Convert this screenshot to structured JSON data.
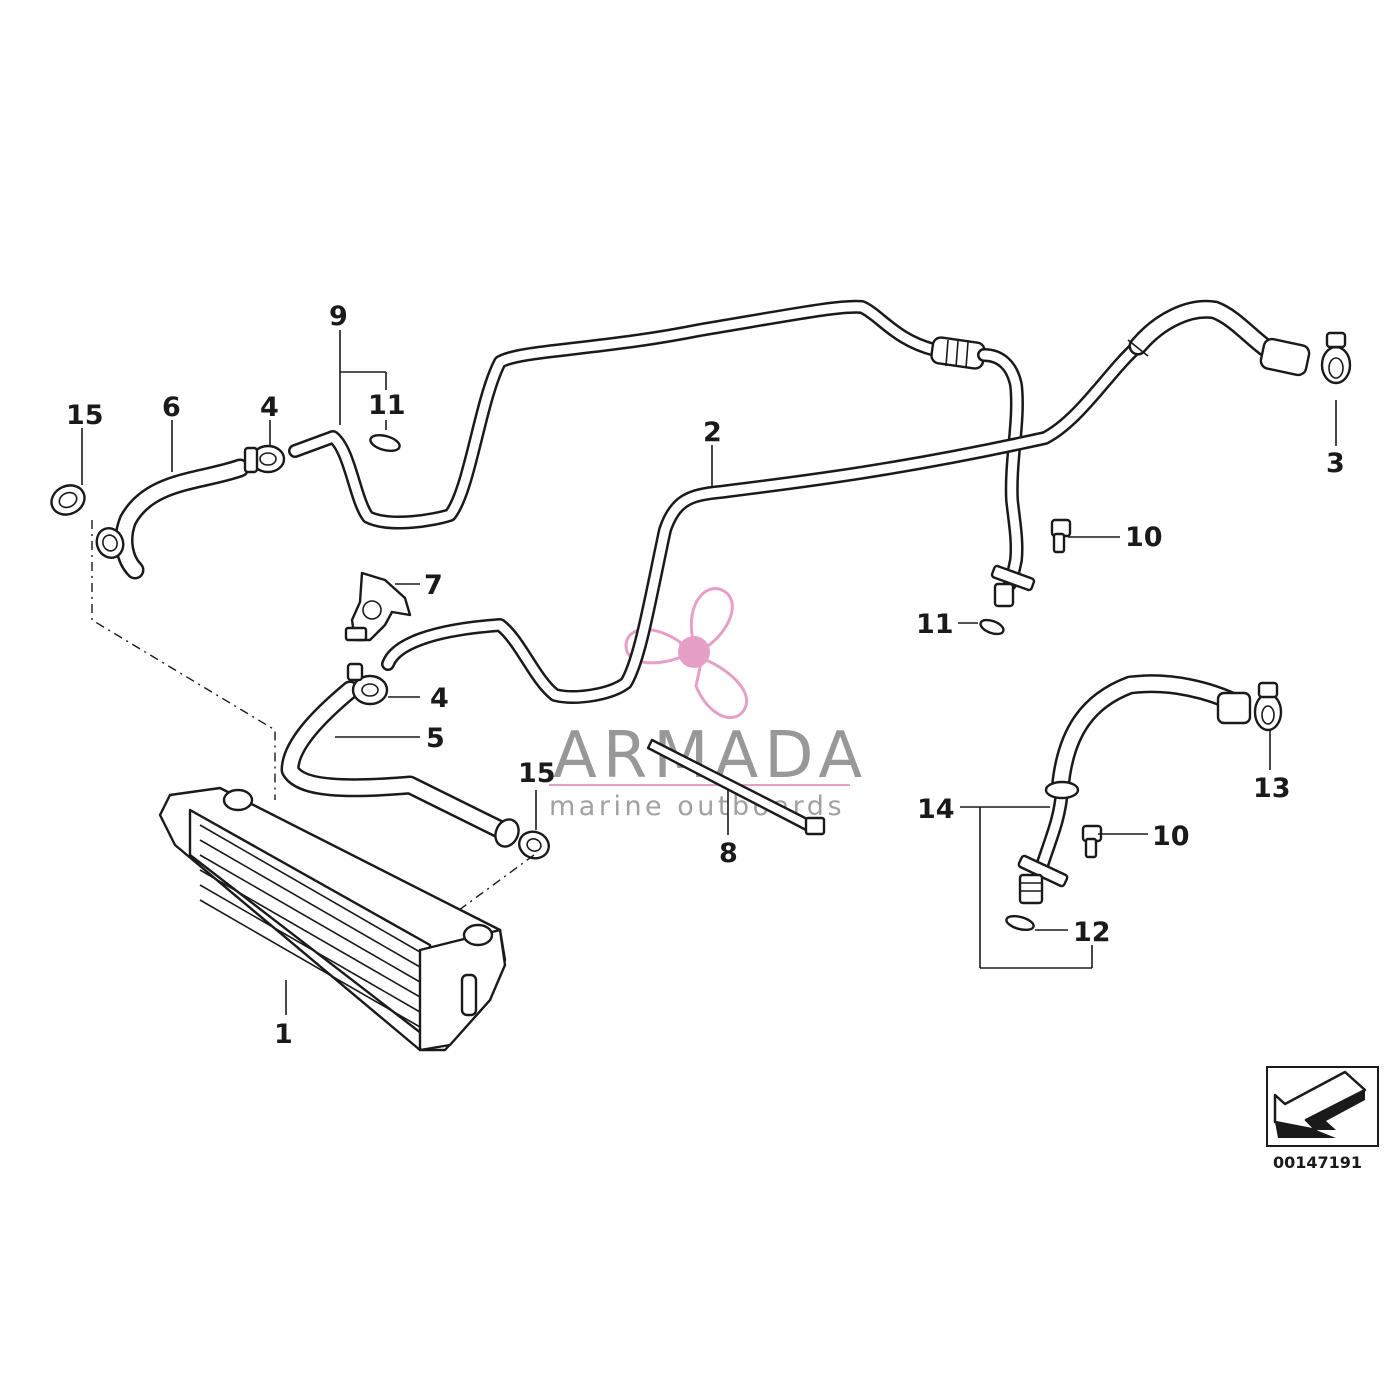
{
  "diagram": {
    "callouts": [
      {
        "id": "1",
        "label": "1"
      },
      {
        "id": "2",
        "label": "2"
      },
      {
        "id": "3",
        "label": "3"
      },
      {
        "id": "4a",
        "label": "4"
      },
      {
        "id": "4b",
        "label": "4"
      },
      {
        "id": "5",
        "label": "5"
      },
      {
        "id": "6",
        "label": "6"
      },
      {
        "id": "7",
        "label": "7"
      },
      {
        "id": "8",
        "label": "8"
      },
      {
        "id": "9",
        "label": "9"
      },
      {
        "id": "10a",
        "label": "10"
      },
      {
        "id": "10b",
        "label": "10"
      },
      {
        "id": "11a",
        "label": "11"
      },
      {
        "id": "11b",
        "label": "11"
      },
      {
        "id": "12",
        "label": "12"
      },
      {
        "id": "13",
        "label": "13"
      },
      {
        "id": "14",
        "label": "14"
      },
      {
        "id": "15a",
        "label": "15"
      },
      {
        "id": "15b",
        "label": "15"
      }
    ],
    "reference_number": "00147191"
  },
  "watermark": {
    "brand": "ARMADA",
    "tagline": "marine outboards",
    "accent_color": "#e6a0c8"
  },
  "colors": {
    "line": "#1a1a1a",
    "background": "#ffffff"
  }
}
